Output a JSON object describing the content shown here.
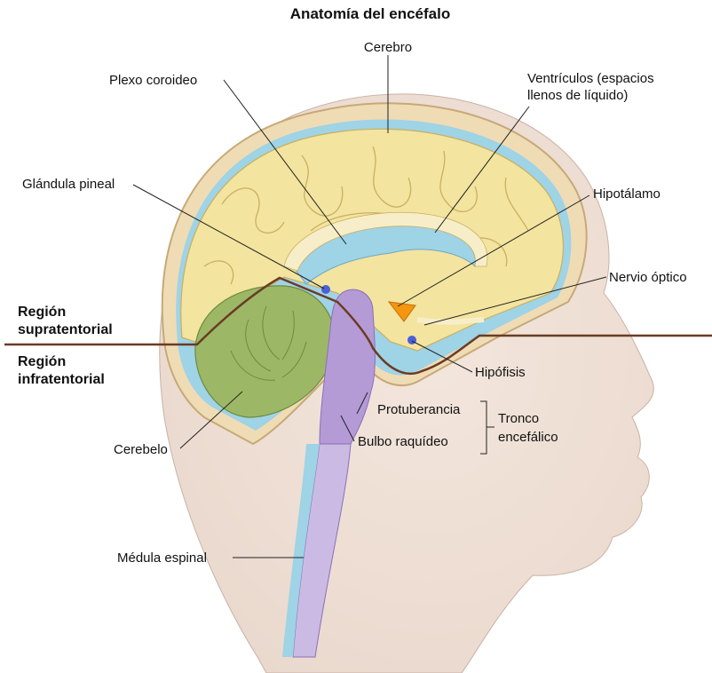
{
  "title": "Anatomía del encéfalo",
  "labels": {
    "cerebro": "Cerebro",
    "plexo": "Plexo coroideo",
    "ventriculos_1": "Ventrículos (espacios",
    "ventriculos_2": "llenos de líquido)",
    "pineal": "Glándula pineal",
    "hipotalamo": "Hipotálamo",
    "nervio": "Nervio óptico",
    "supra_1": "Región",
    "supra_2": "supratentorial",
    "infra_1": "Región",
    "infra_2": "infratentorial",
    "hipofisis": "Hipófisis",
    "protuberancia": "Protuberancia",
    "tronco_1": "Tronco",
    "tronco_2": "encefálico",
    "bulbo": "Bulbo raquídeo",
    "cerebelo": "Cerebelo",
    "medula": "Médula espinal"
  },
  "colors": {
    "skin": "#f1e3d9",
    "skull": "#efdcb4",
    "csf": "#9fd3e6",
    "brain": "#f3e49f",
    "cerebellum": "#9cb866",
    "brainstem": "#b49bd6",
    "hypothalamus": "#f5960f",
    "pineal": "#4a5fd8",
    "tentorium": "#6b3b25"
  }
}
